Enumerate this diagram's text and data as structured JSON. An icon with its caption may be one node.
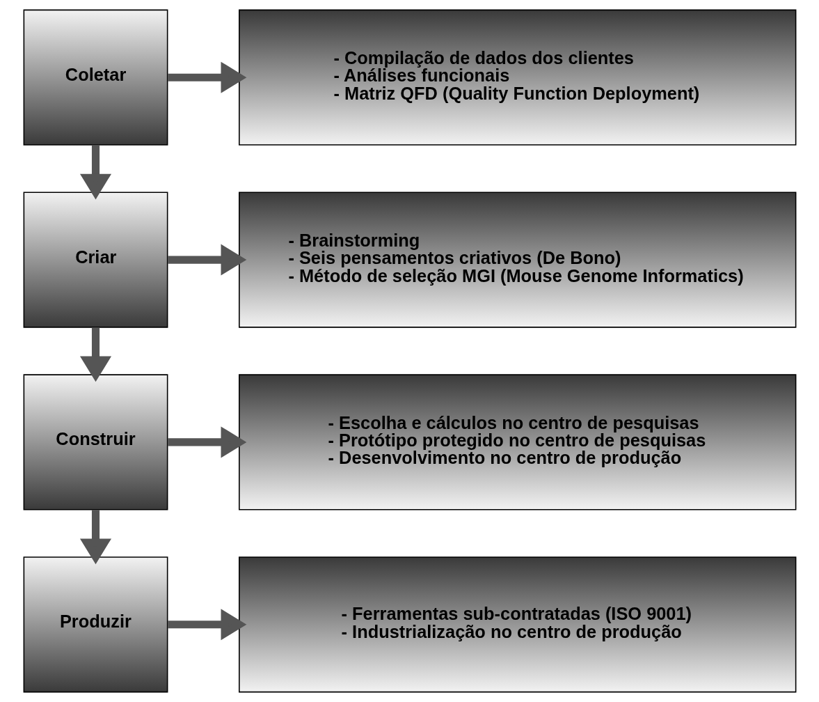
{
  "diagram": {
    "nodes": [
      {
        "text": [
          "Coletar"
        ]
      },
      {
        "text": [
          "- Compilação de dados dos clientes",
          "- Análises funcionais",
          "- Matriz QFD (Quality Function Deployment)"
        ]
      },
      {
        "text": [
          "Criar"
        ]
      },
      {
        "text": [
          "- Brainstorming",
          "- Seis pensamentos criativos (De Bono)",
          "- Método de seleção MGI (Mouse Genome Informatics)"
        ]
      },
      {
        "text": [
          "Construir"
        ]
      },
      {
        "text": [
          "- Escolha e cálculos no centro de pesquisas",
          "- Protótipo protegido no centro de pesquisas",
          "- Desenvolvimento no centro de produção"
        ]
      },
      {
        "text": [
          "Produzir"
        ]
      },
      {
        "text": [
          "- Ferramentas sub-contratadas (ISO 9001)",
          "- Industrialização no centro de produção"
        ]
      }
    ],
    "edges": [
      {
        "from": 0,
        "to": 1,
        "arrow": "to"
      },
      {
        "from": 0,
        "to": 2,
        "arrow": "to"
      },
      {
        "from": 2,
        "to": 3,
        "arrow": "to"
      },
      {
        "from": 2,
        "to": 4,
        "arrow": "to"
      },
      {
        "from": 4,
        "to": 5,
        "arrow": "to"
      },
      {
        "from": 4,
        "to": 6,
        "arrow": "to"
      },
      {
        "from": 6,
        "to": 7,
        "arrow": "to"
      }
    ]
  }
}
